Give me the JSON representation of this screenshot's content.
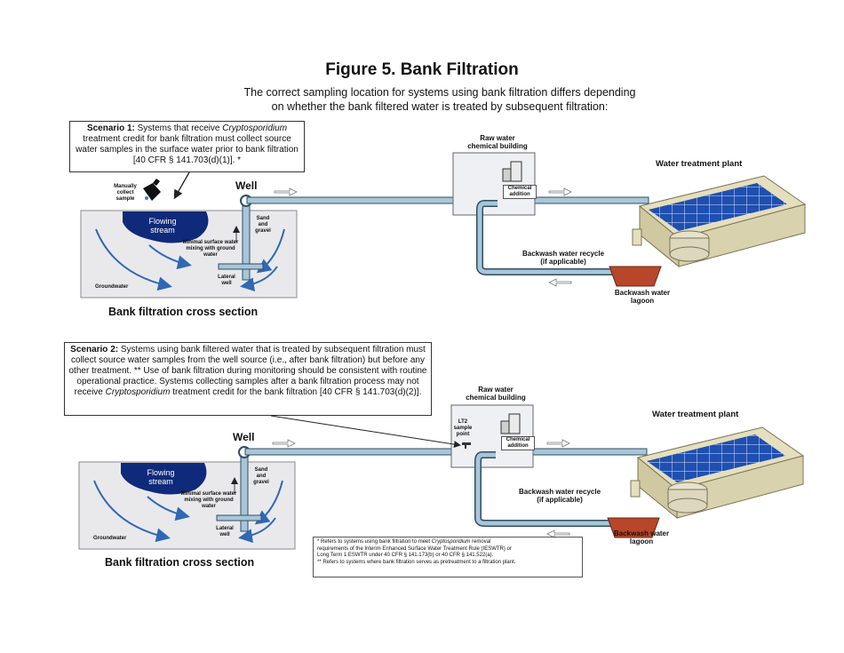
{
  "figure": {
    "title": "Figure 5. Bank Filtration",
    "subtitle_line1": "The correct sampling location for systems using bank filtration differs depending",
    "subtitle_line2": "on whether the bank filtered water is treated by subsequent filtration:"
  },
  "scenario1": {
    "heading": "Scenario 1:",
    "text_a": "Systems that receive",
    "italic_a": "Cryptosporidium",
    "text_b": "treatment credit for bank filtration must collect source water samples in the surface water prior to bank filtration [40 CFR § 141.703(d)(1)]. *",
    "manual_label": "Manually collect sample"
  },
  "scenario2": {
    "heading": "Scenario 2:",
    "text_a": "Systems using bank filtered water that is treated by subsequent filtration must collect source water samples from the well source (i.e., after bank filtration) but before any other treatment. ** Use of bank filtration during monitoring should be consistent with routine operational practice. Systems collecting samples after a bank filtration process may not receive",
    "italic_a": "Cryptosporidium",
    "text_b": "treatment credit for the bank filtration [40 CFR § 141.703(d)(2)].",
    "lt2_label": "LT2 sample point"
  },
  "labels": {
    "well": "Well",
    "raw_water_building": "Raw water chemical building",
    "chemical_addition": "Chemical addition",
    "water_treatment_plant": "Water treatment plant",
    "backwash_recycle": "Backwash water recycle (if applicable)",
    "backwash_lagoon": "Backwash water lagoon",
    "flowing_stream": "Flowing stream",
    "sand_gravel": "Sand and gravel",
    "minimal_mixing": "Minimal surface water mixing with ground water",
    "lateral_well": "Lateral well",
    "groundwater": "Groundwater",
    "cross_section": "Bank filtration cross section"
  },
  "footnote": {
    "line1a": "* Refers to systems using bank filtration to meet",
    "line1_italic": "Cryptosporidium",
    "line1b": "removal",
    "line2": "requirements of the Interim Enhanced Surface Water Treatment Rule (IESWTR) or",
    "line3": "Long Term 1 ESWTR under 40 CFR § 141.173(b) or 40 CFR § 141.522(a).",
    "line4": "** Refers to systems where bank filtration serves as pretreatment to a filtration plant."
  },
  "colors": {
    "pipe": "#a9c6d8",
    "pipe_edge": "#2f4f63",
    "stream": "#0f2a7a",
    "arrow": "#2f68b5",
    "ground": "#e9e9ec",
    "solar": "#1f4fb0",
    "plant": "#e5dfbd",
    "lagoon": "#b8462a"
  }
}
